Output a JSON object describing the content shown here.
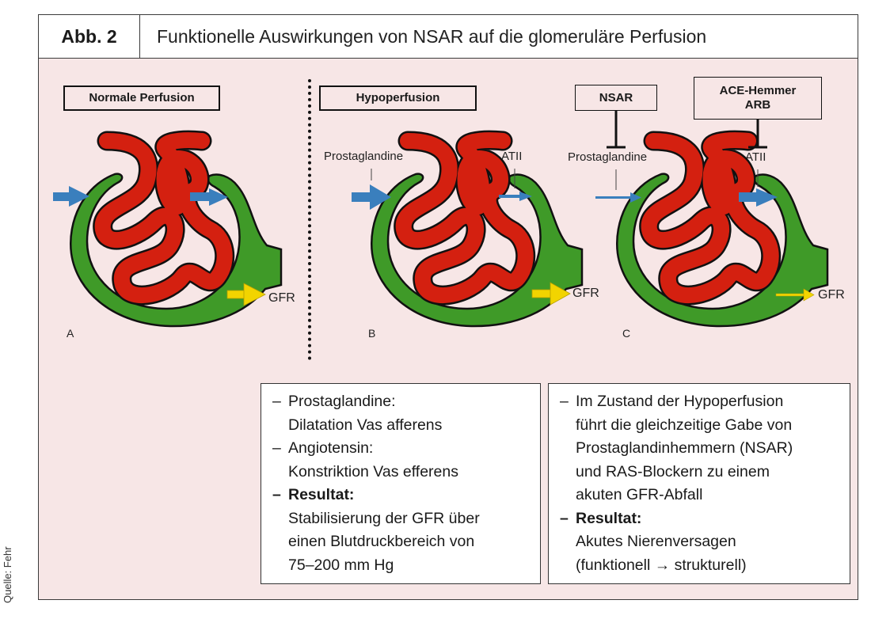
{
  "header": {
    "figure_number": "Abb. 2",
    "title": "Funktionelle Auswirkungen von NSAR auf die glomeruläre Perfusion"
  },
  "source_credit": "Quelle: Fehr",
  "colors": {
    "background": "#f7e6e6",
    "capillary_red": "#d42010",
    "capsule_green": "#3f9a28",
    "flow_arrow_blue": "#3a7fbd",
    "gfr_arrow_yellow": "#f2d400"
  },
  "panels": {
    "A": {
      "letter": "A",
      "title": "Normale Perfusion",
      "gfr_label": "GFR",
      "afferent_flow": "normal",
      "efferent_flow": "normal",
      "gfr_flow": "normal"
    },
    "B": {
      "letter": "B",
      "title": "Hypoperfusion",
      "afferent_label": "Prostaglandine",
      "efferent_label": "ATII",
      "gfr_label": "GFR",
      "afferent_flow": "increased",
      "efferent_flow": "reduced",
      "gfr_flow": "normal"
    },
    "C": {
      "letter": "C",
      "inhibitor_left": "NSAR",
      "inhibitor_right_line1": "ACE-Hemmer",
      "inhibitor_right_line2": "ARB",
      "afferent_label": "Prostaglandine",
      "efferent_label": "ATII",
      "gfr_label": "GFR",
      "afferent_flow": "reduced",
      "efferent_flow": "normal",
      "gfr_flow": "reduced"
    }
  },
  "textbox_left": {
    "items": [
      {
        "text": "Prostaglandine:",
        "bold": false
      },
      {
        "text": "Dilatation Vas afferens",
        "indent": true
      },
      {
        "text": "Angiotensin:",
        "bold": false
      },
      {
        "text": "Konstriktion Vas efferens",
        "indent": true
      },
      {
        "text": "Resultat:",
        "bold": true
      },
      {
        "text": "Stabilisierung der GFR über",
        "indent": true
      },
      {
        "text": "einen Blutdruckbereich von",
        "indent": true
      },
      {
        "text": "75–200 mm Hg",
        "indent": true
      }
    ],
    "dash": "–"
  },
  "textbox_right": {
    "items": [
      {
        "text": "Im Zustand der Hypoperfusion",
        "bold": false
      },
      {
        "text": "führt die gleichzeitige Gabe von",
        "indent": true
      },
      {
        "text": "Prostaglandinhemmern (NSAR)",
        "indent": true
      },
      {
        "text": "und RAS-Blockern zu einem",
        "indent": true
      },
      {
        "text": "akuten GFR-Abfall",
        "indent": true
      },
      {
        "text": "Resultat:",
        "bold": true
      },
      {
        "text": "Akutes Nierenversagen",
        "indent": true
      },
      {
        "text": "(funktionell → strukturell)",
        "indent": true
      }
    ],
    "dash": "–"
  }
}
